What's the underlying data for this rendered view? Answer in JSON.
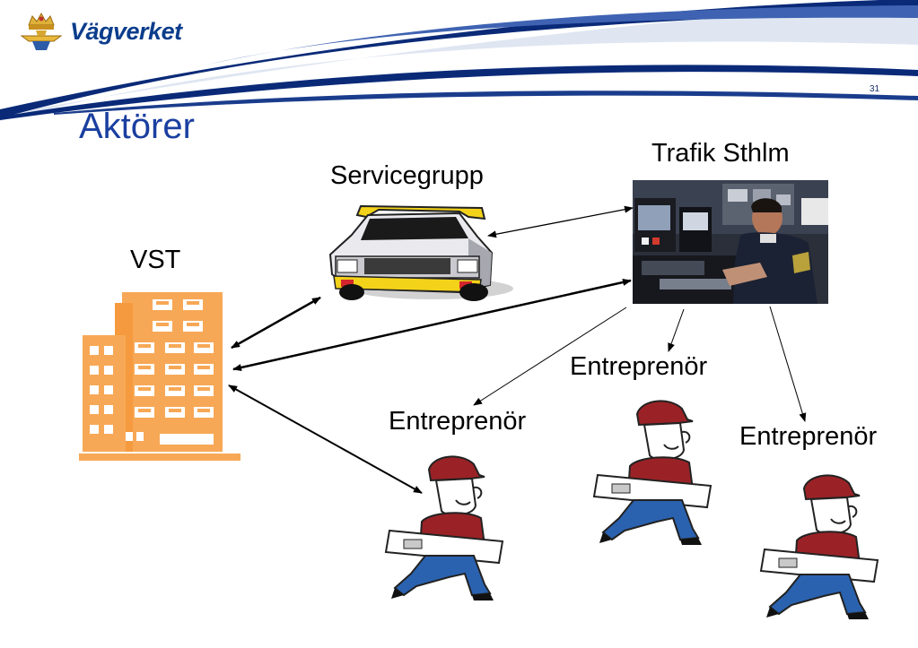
{
  "header": {
    "logo_text": "Vägverket",
    "slide_number": "31"
  },
  "slide": {
    "title": "Aktörer"
  },
  "actors": {
    "vst": "VST",
    "servicegrupp": "Servicegrupp",
    "trafik": "Trafik Sthlm",
    "entreprenor_1": "Entreprenör",
    "entreprenor_2": "Entreprenör",
    "entreprenor_3": "Entreprenör"
  },
  "colors": {
    "navy": "#0a2a78",
    "title_blue": "#1a3fa0",
    "building_orange": "#f7a856",
    "helmet_red": "#9a2226",
    "pants_blue": "#2a62b0",
    "car_yellow": "#f3d21a"
  }
}
